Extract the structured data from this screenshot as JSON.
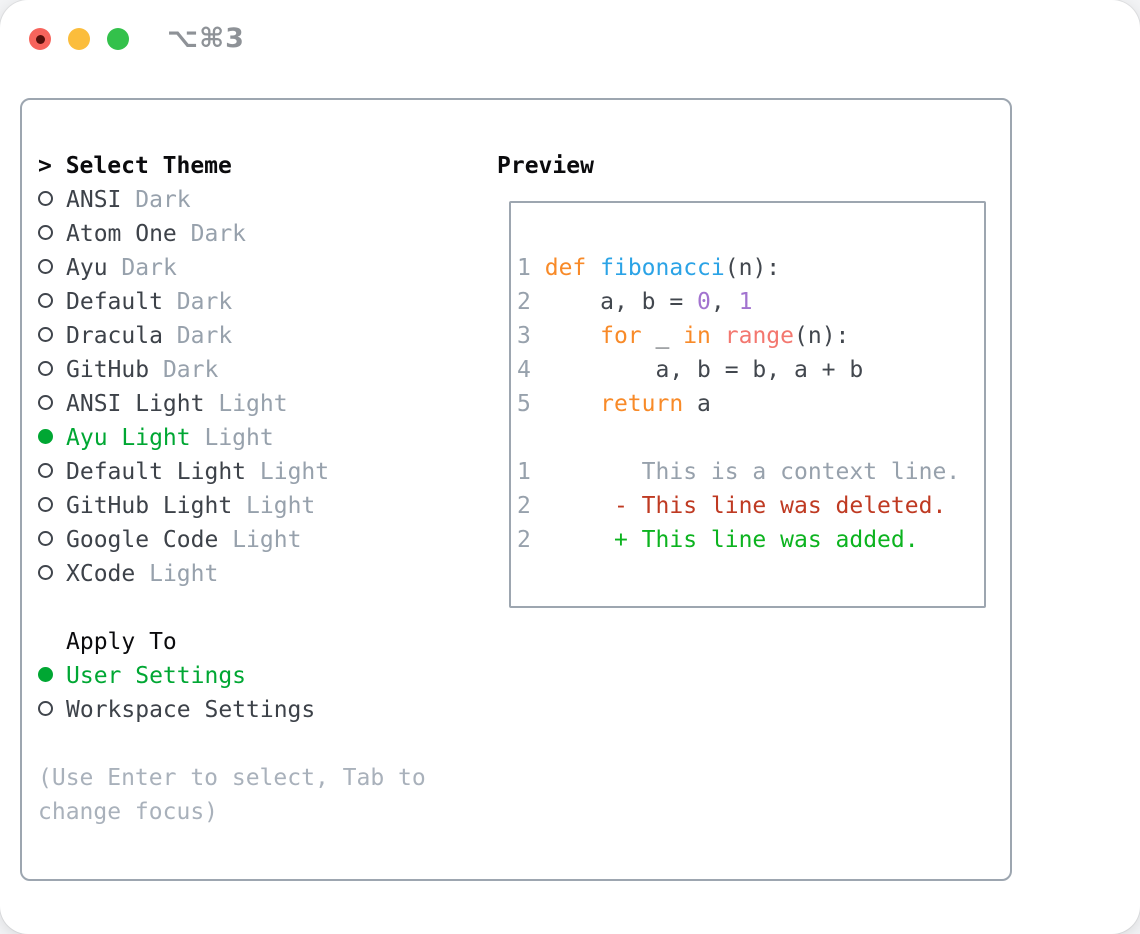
{
  "titlebar": {
    "shortcut": "⌥⌘3"
  },
  "theme_panel": {
    "header_prefix": "> ",
    "header": "Select Theme",
    "items": [
      {
        "label": "ANSI",
        "tag": "Dark",
        "selected": false
      },
      {
        "label": "Atom One",
        "tag": "Dark",
        "selected": false
      },
      {
        "label": "Ayu",
        "tag": "Dark",
        "selected": false
      },
      {
        "label": "Default",
        "tag": "Dark",
        "selected": false
      },
      {
        "label": "Dracula",
        "tag": "Dark",
        "selected": false
      },
      {
        "label": "GitHub",
        "tag": "Dark",
        "selected": false
      },
      {
        "label": "ANSI Light",
        "tag": "Light",
        "selected": false
      },
      {
        "label": "Ayu Light",
        "tag": "Light",
        "selected": true
      },
      {
        "label": "Default Light",
        "tag": "Light",
        "selected": false
      },
      {
        "label": "GitHub Light",
        "tag": "Light",
        "selected": false
      },
      {
        "label": "Google Code",
        "tag": "Light",
        "selected": false
      },
      {
        "label": "XCode",
        "tag": "Light",
        "selected": false
      }
    ],
    "apply_header": "Apply To",
    "apply_items": [
      {
        "label": "User Settings",
        "selected": true
      },
      {
        "label": "Workspace Settings",
        "selected": false
      }
    ],
    "hint_line1": "(Use Enter to select, Tab to",
    "hint_line2": "change focus)"
  },
  "preview": {
    "title": "Preview",
    "lines": [
      {
        "num": "1",
        "segs": [
          [
            "kw",
            "def"
          ],
          [
            "pl",
            " "
          ],
          [
            "fn",
            "fibonacci"
          ],
          [
            "pl",
            "(n):"
          ]
        ]
      },
      {
        "num": "2",
        "segs": [
          [
            "pl",
            "    a, b = "
          ],
          [
            "num",
            "0"
          ],
          [
            "pl",
            ", "
          ],
          [
            "num",
            "1"
          ]
        ]
      },
      {
        "num": "3",
        "segs": [
          [
            "pl",
            "    "
          ],
          [
            "kw",
            "for"
          ],
          [
            "pl",
            " _ "
          ],
          [
            "kw",
            "in"
          ],
          [
            "pl",
            " "
          ],
          [
            "bi",
            "range"
          ],
          [
            "pl",
            "(n):"
          ]
        ]
      },
      {
        "num": "4",
        "segs": [
          [
            "pl",
            "        a, b = b, a + b"
          ]
        ]
      },
      {
        "num": "5",
        "segs": [
          [
            "pl",
            "    "
          ],
          [
            "kw",
            "return"
          ],
          [
            "pl",
            " a"
          ]
        ]
      },
      {
        "num": "",
        "segs": []
      },
      {
        "num": "1",
        "segs": [
          [
            "ctx",
            "       This is a context line."
          ]
        ]
      },
      {
        "num": "2",
        "segs": [
          [
            "del",
            "     - This line was deleted."
          ]
        ]
      },
      {
        "num": "2",
        "segs": [
          [
            "add",
            "     + This line was added."
          ]
        ]
      }
    ]
  },
  "colors": {
    "accent_green": "#00A733",
    "keyword_orange": "#F88A28",
    "function_blue": "#2BA3E6",
    "number_purple": "#A273CF",
    "builtin_salmon": "#F3776F",
    "plain_dark": "#42474E",
    "gray_muted": "#97A1AC",
    "hint_gray": "#A9B1BB",
    "diff_red": "#BF3A22",
    "diff_green": "#0CB31F",
    "border_gray": "#9DA6B0",
    "header_black": "#0B0B0D",
    "shortcut_gray": "#8E9297",
    "traffic_red": "#F7645C",
    "traffic_red_dot": "#56100B",
    "traffic_yellow": "#FBBD3C",
    "traffic_green": "#33C14B"
  }
}
